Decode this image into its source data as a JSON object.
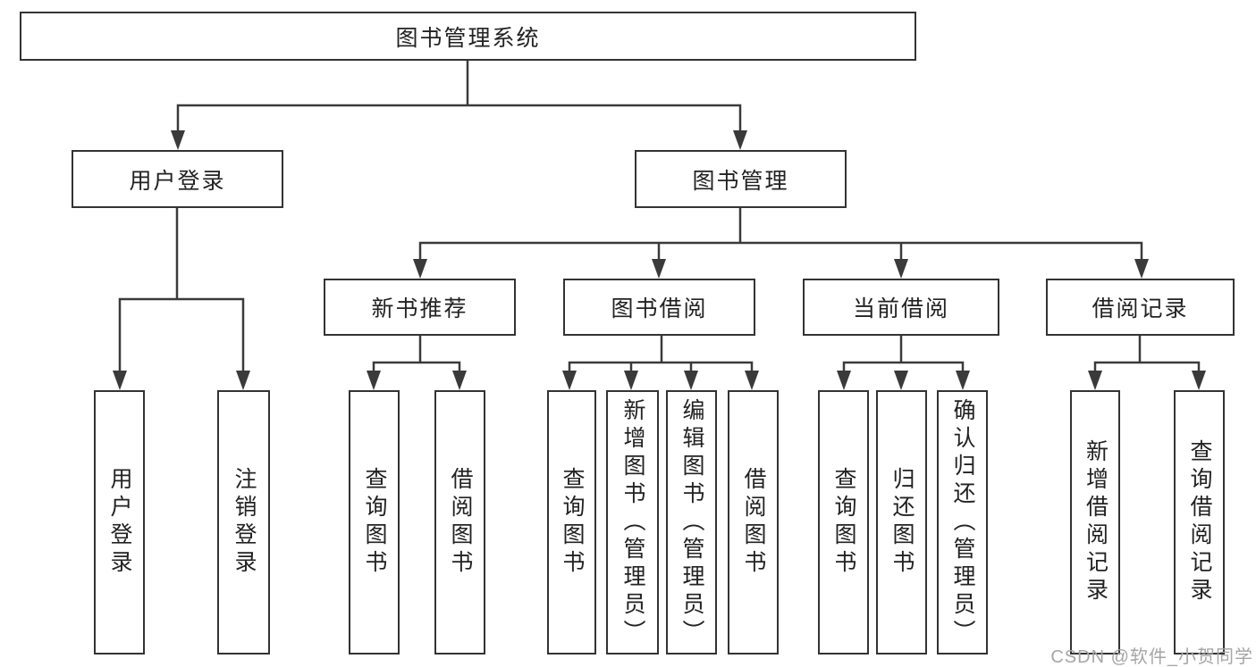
{
  "tree": {
    "root": {
      "label": "图书管理系统"
    },
    "children": [
      {
        "label": "用户登录",
        "children": [
          {
            "label": "用户登录"
          },
          {
            "label": "注销登录"
          }
        ]
      },
      {
        "label": "图书管理",
        "children": [
          {
            "label": "新书推荐",
            "children": [
              {
                "label": "查询图书"
              },
              {
                "label": "借阅图书"
              }
            ]
          },
          {
            "label": "图书借阅",
            "children": [
              {
                "label": "查询图书"
              },
              {
                "label": "新增图书（管理员）"
              },
              {
                "label": "编辑图书（管理员）"
              },
              {
                "label": "借阅图书"
              }
            ]
          },
          {
            "label": "当前借阅",
            "children": [
              {
                "label": "查询图书"
              },
              {
                "label": "归还图书"
              },
              {
                "label": "确认归还（管理员）"
              }
            ]
          },
          {
            "label": "借阅记录",
            "children": [
              {
                "label": "新增借阅记录"
              },
              {
                "label": "查询借阅记录"
              }
            ]
          }
        ]
      }
    ]
  },
  "watermark": {
    "text": "CSDN @软件_小贺同学"
  },
  "colors": {
    "line": "#3a3a3a",
    "box_border": "#333333",
    "box_fill": "#ffffff",
    "text": "#222222",
    "watermark": "#a6a6a6"
  }
}
